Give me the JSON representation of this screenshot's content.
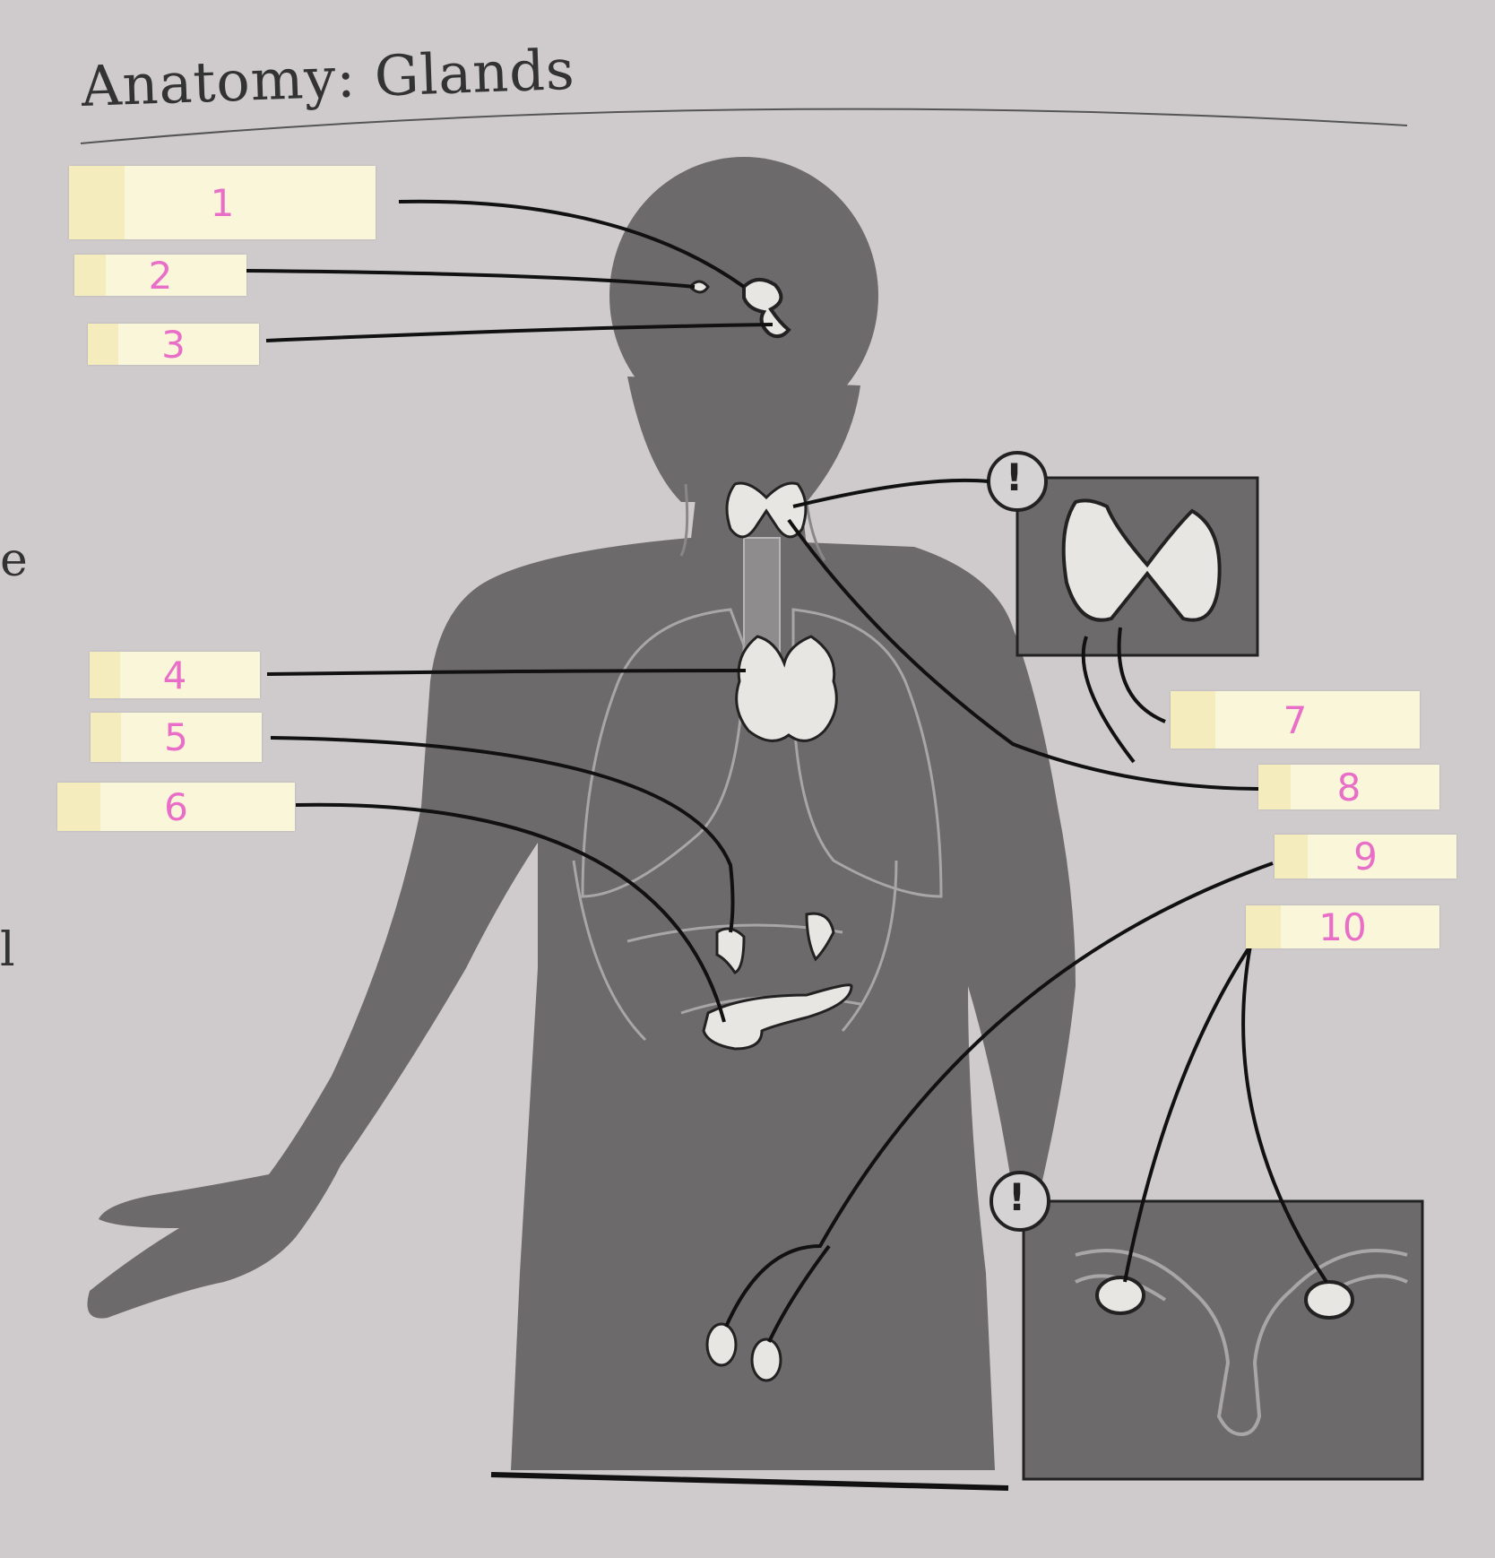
{
  "title": "Anatomy: Glands",
  "margin_fragments": [
    "e",
    "l"
  ],
  "labels": [
    "1",
    "2",
    "3",
    "4",
    "5",
    "6",
    "7",
    "8",
    "9",
    "10"
  ],
  "alert_icon_glyph": "!"
}
